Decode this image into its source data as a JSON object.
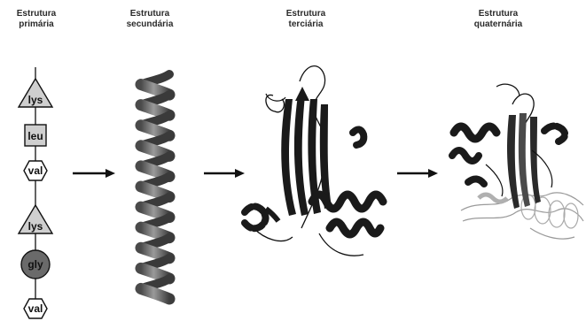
{
  "titles": {
    "primary": [
      "Estrutura",
      "primária"
    ],
    "secondary": [
      "Estrutura",
      "secundária"
    ],
    "tertiary": [
      "Estrutura",
      "terciária"
    ],
    "quaternary": [
      "Estrutura",
      "quaternária"
    ]
  },
  "residues": [
    {
      "label": "lys",
      "shape": "triangle"
    },
    {
      "label": "leu",
      "shape": "square"
    },
    {
      "label": "val",
      "shape": "hexagon"
    },
    {
      "label": "lys",
      "shape": "triangle"
    },
    {
      "label": "gly",
      "shape": "circle"
    },
    {
      "label": "val",
      "shape": "hexagon"
    }
  ],
  "colors": {
    "ink": "#111111",
    "helix_gray": "#6f6f6f",
    "residue_fill": "#cfcfcf",
    "gly_fill": "#6a6a6a"
  }
}
